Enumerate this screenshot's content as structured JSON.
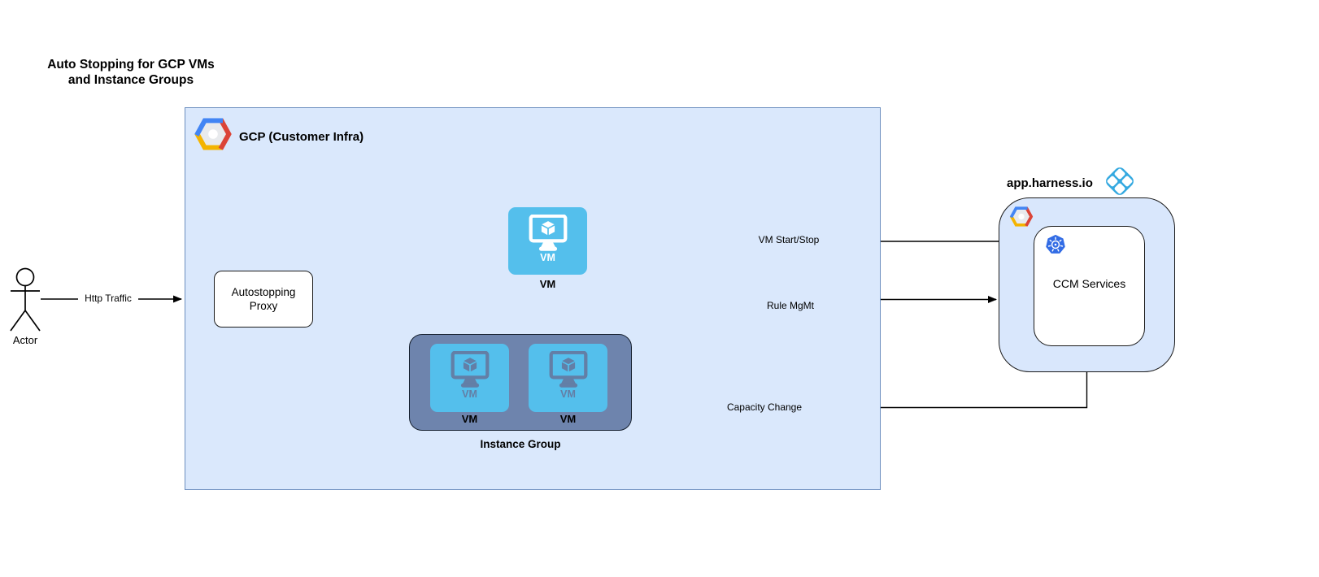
{
  "title": "Auto Stopping for GCP VMs\nand Instance Groups",
  "actor": {
    "label": "Actor"
  },
  "gcp": {
    "label": "GCP (Customer Infra)"
  },
  "proxy": {
    "label": "Autostopping\nProxy"
  },
  "vm": {
    "icon_text": "VM",
    "label": "VM"
  },
  "instance_group": {
    "label": "Instance Group",
    "vms": [
      {
        "icon_text": "VM",
        "label": "VM"
      },
      {
        "icon_text": "VM",
        "label": "VM"
      }
    ]
  },
  "harness": {
    "domain": "app.harness.io",
    "ccm_label": "CCM Services"
  },
  "edges": {
    "http_traffic": "Http Traffic",
    "vm_start_stop": "VM Start/Stop",
    "rule_mgmt": "Rule MgMt",
    "capacity_change": "Capacity Change"
  },
  "icons": {
    "gcp_logo": "gcp-hexagon-logo",
    "harness_logo": "harness-diamond-logo",
    "kubernetes": "kubernetes-helm-wheel",
    "vm_monitor": "monitor-with-cube",
    "actor": "stick-figure"
  },
  "colors": {
    "gcp_box_fill": "#dae8fc",
    "gcp_box_border": "#6c8ebf",
    "harness_box_fill": "#d9e7fc",
    "node_border": "#1a1a1a",
    "instance_group_fill": "#6e84ad",
    "vm_tile_fill": "#54bfec",
    "vm_glyph_slate": "#637fa6",
    "kubernetes_blue": "#326ce5",
    "harness_blue": "#35a9e0",
    "gcp_logo_blue": "#4285f4",
    "gcp_logo_red": "#db4437",
    "gcp_logo_yellow": "#f4b400",
    "line": "#000000"
  }
}
